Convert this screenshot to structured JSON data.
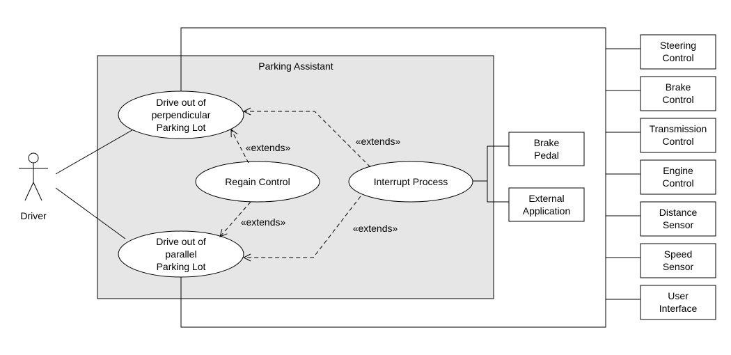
{
  "diagram": {
    "system_title": "Parking Assistant",
    "actor": {
      "label": "Driver"
    },
    "use_cases": {
      "perpendicular": [
        "Drive out of",
        "perpendicular",
        "Parking Lot"
      ],
      "parallel": [
        "Drive out of",
        "parallel",
        "Parking Lot"
      ],
      "regain": "Regain Control",
      "interrupt": "Interrupt Process"
    },
    "extends_label": "«extends»",
    "inputs": {
      "brake_pedal": [
        "Brake",
        "Pedal"
      ],
      "external_application": [
        "External",
        "Application"
      ]
    },
    "external_systems": [
      [
        "Steering",
        "Control"
      ],
      [
        "Brake",
        "Control"
      ],
      [
        "Transmission",
        "Control"
      ],
      [
        "Engine",
        "Control"
      ],
      [
        "Distance",
        "Sensor"
      ],
      [
        "Speed",
        "Sensor"
      ],
      [
        "User",
        "Interface"
      ]
    ]
  }
}
